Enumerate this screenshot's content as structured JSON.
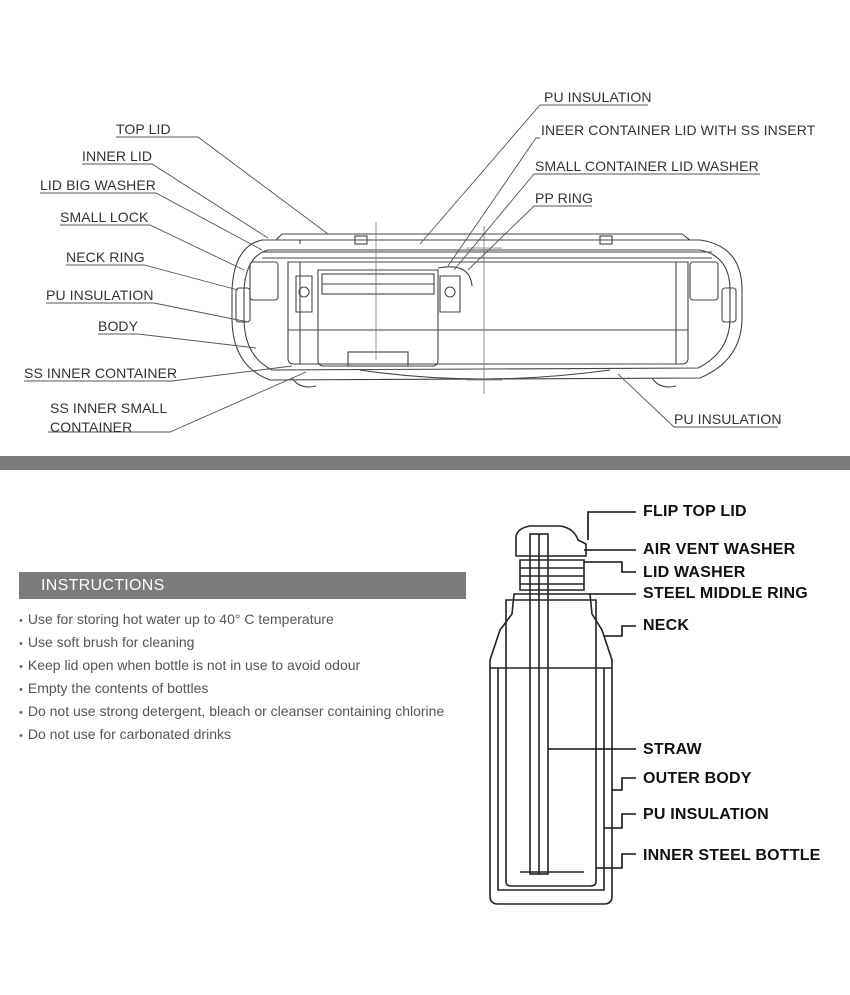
{
  "top_diagram": {
    "left_labels": [
      {
        "key": "top_lid",
        "text": "TOP LID"
      },
      {
        "key": "inner_lid",
        "text": "INNER LID"
      },
      {
        "key": "lid_big_washer",
        "text": "LID BIG WASHER"
      },
      {
        "key": "small_lock",
        "text": "SMALL LOCK"
      },
      {
        "key": "neck_ring",
        "text": "NECK RING"
      },
      {
        "key": "pu_insulation_left",
        "text": "PU INSULATION"
      },
      {
        "key": "body",
        "text": "BODY"
      },
      {
        "key": "ss_inner_container",
        "text": "SS INNER CONTAINER"
      },
      {
        "key": "ss_inner_small_container_1",
        "text": "SS INNER SMALL"
      },
      {
        "key": "ss_inner_small_container_2",
        "text": "CONTAINER"
      }
    ],
    "right_labels": [
      {
        "key": "pu_insulation_top",
        "text": "PU INSULATION"
      },
      {
        "key": "inner_container_lid",
        "text": "INEER CONTAINER LID WITH SS INSERT"
      },
      {
        "key": "small_container_lid_washer",
        "text": "SMALL CONTAINER LID  WASHER"
      },
      {
        "key": "pp_ring",
        "text": "PP RING"
      },
      {
        "key": "pu_insulation_bottom",
        "text": "PU INSULATION"
      }
    ]
  },
  "instructions": {
    "header": "INSTRUCTIONS",
    "items": [
      "Use for storing hot water up to 40° C temperature",
      "Use soft brush for cleaning",
      "Keep lid open when bottle is not in use to avoid odour",
      "Empty the contents of bottles",
      "Do not use strong detergent, bleach or cleanser containing chlorine",
      "Do not use for carbonated drinks"
    ]
  },
  "bottle_diagram": {
    "labels": [
      {
        "key": "flip_top_lid",
        "text": "FLIP TOP LID"
      },
      {
        "key": "air_vent_washer",
        "text": "AIR VENT WASHER"
      },
      {
        "key": "lid_washer",
        "text": "LID WASHER"
      },
      {
        "key": "steel_middle_ring",
        "text": "STEEL MIDDLE RING"
      },
      {
        "key": "neck",
        "text": "NECK"
      },
      {
        "key": "straw",
        "text": "STRAW"
      },
      {
        "key": "outer_body",
        "text": "OUTER BODY"
      },
      {
        "key": "pu_insulation",
        "text": "PU INSULATION"
      },
      {
        "key": "inner_steel_bottle",
        "text": "INNER STEEL BOTTLE"
      }
    ]
  },
  "colors": {
    "divider": "#7b7b7b",
    "header_bg": "#7b7b7b",
    "line": "#555555"
  }
}
